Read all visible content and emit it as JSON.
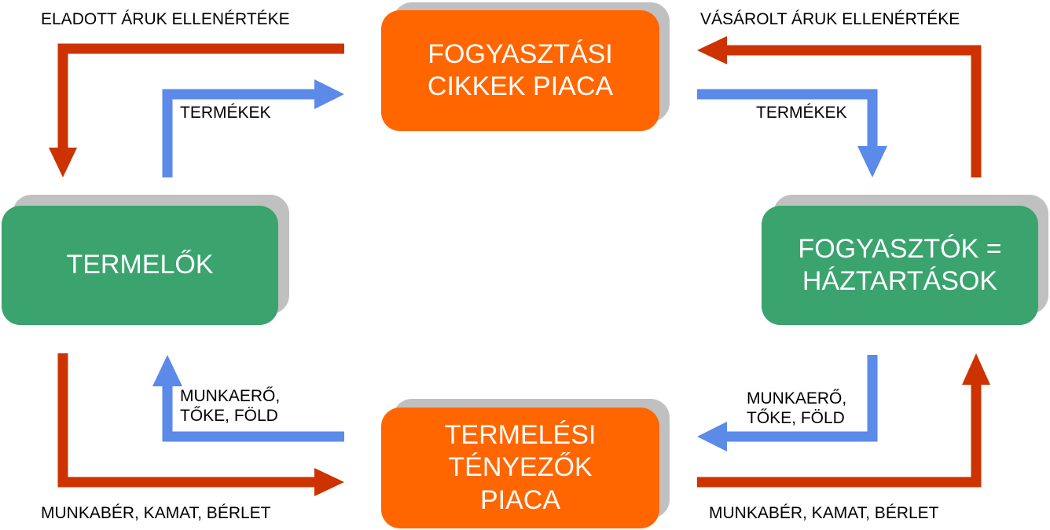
{
  "colors": {
    "money_flow": "#cc3300",
    "goods_flow": "#5b8ae8",
    "market_box": "#ff6600",
    "actor_box": "#3aa36e",
    "box_shadow": "#c0c0c0"
  },
  "boxes": {
    "consumer_goods_market": {
      "line1": "FOGYASZTÁSI",
      "line2": "CIKKEK PIACA"
    },
    "producers": {
      "line1": "TERMELŐK"
    },
    "consumers": {
      "line1": "FOGYASZTÓK =",
      "line2": "HÁZTARTÁSOK"
    },
    "factor_market": {
      "line1": "TERMELÉSI",
      "line2": "TÉNYEZŐK",
      "line3": "PIACA"
    }
  },
  "labels": {
    "sold_goods_value": "ELADOTT ÁRUK ELLENÉRTÉKE",
    "bought_goods_value": "VÁSÁROLT ÁRUK ELLENÉRTÉKE",
    "products_left": "TERMÉKEK",
    "products_right": "TERMÉKEK",
    "factors_left_line1": "MUNKAERŐ,",
    "factors_left_line2": "TŐKE, FÖLD",
    "factors_right_line1": "MUNKAERŐ,",
    "factors_right_line2": "TŐKE, FÖLD",
    "wages_left": "MUNKABÉR, KAMAT, BÉRLET",
    "wages_right": "MUNKABÉR, KAMAT, BÉRLET"
  }
}
